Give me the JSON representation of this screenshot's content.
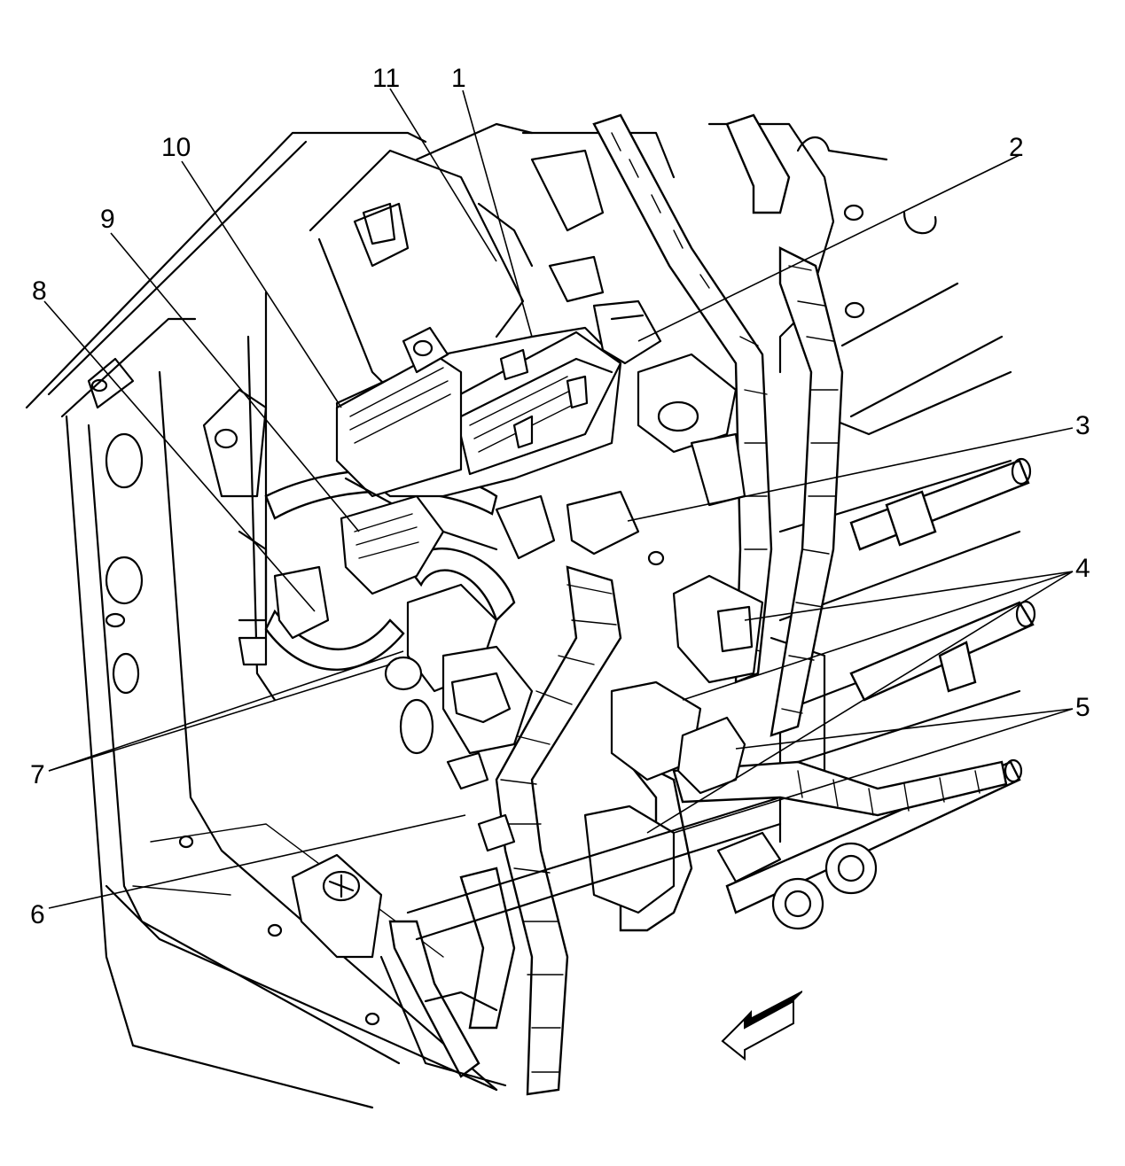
{
  "callouts": [
    {
      "id": "1",
      "label": "1"
    },
    {
      "id": "2",
      "label": "2"
    },
    {
      "id": "3",
      "label": "3"
    },
    {
      "id": "4",
      "label": "4"
    },
    {
      "id": "5",
      "label": "5"
    },
    {
      "id": "6",
      "label": "6"
    },
    {
      "id": "7",
      "label": "7"
    },
    {
      "id": "8",
      "label": "8"
    },
    {
      "id": "9",
      "label": "9"
    },
    {
      "id": "10",
      "label": "10"
    },
    {
      "id": "11",
      "label": "11"
    }
  ],
  "icons": {
    "direction_arrow": "forward-direction-arrow-icon"
  }
}
